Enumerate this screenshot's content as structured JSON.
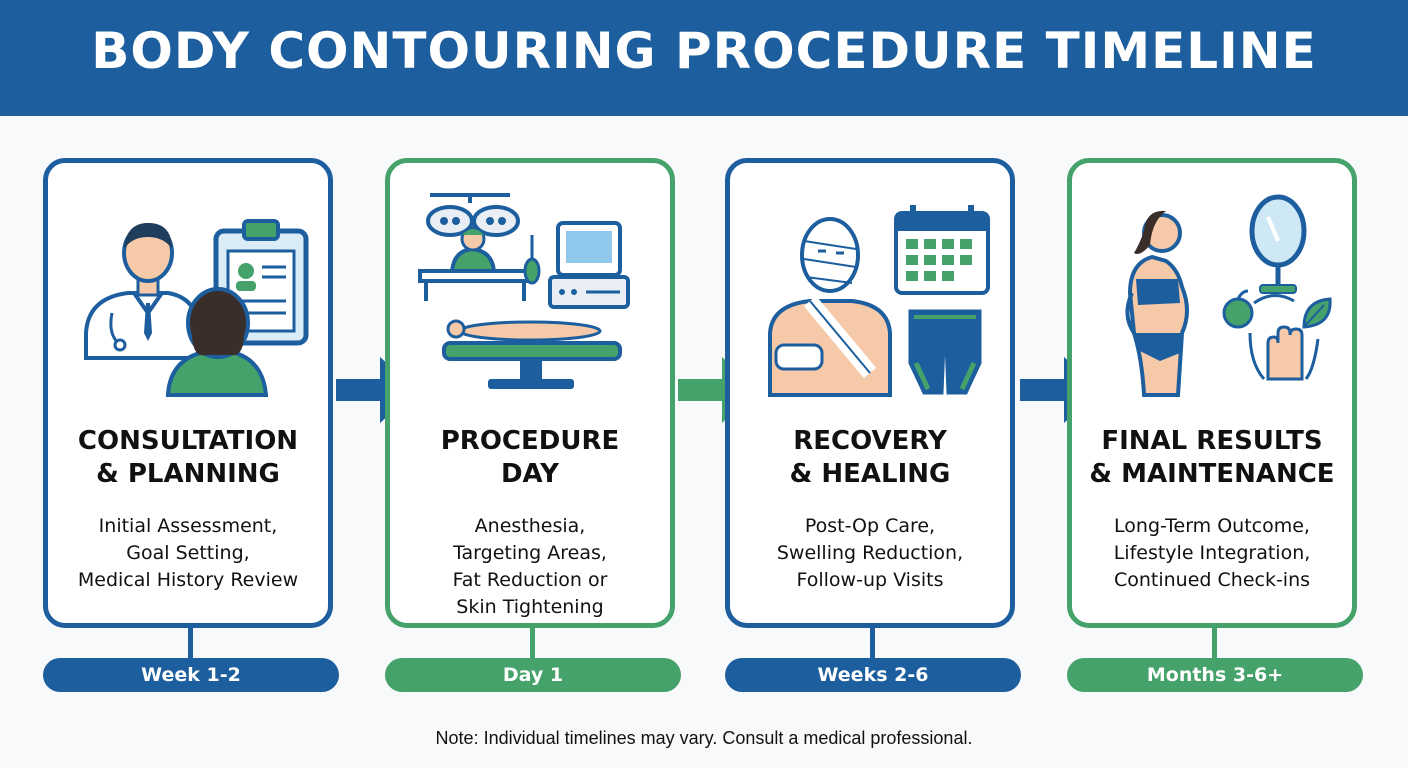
{
  "title": "BODY CONTOURING PROCEDURE TIMELINE",
  "colors": {
    "blue": "#1d5e9e",
    "green": "#45a26a"
  },
  "stages": [
    {
      "title_lines": [
        "CONSULTATION",
        "& PLANNING"
      ],
      "desc_lines": [
        "Initial Assessment,",
        "Goal Setting,",
        "Medical History Review"
      ],
      "timeframe": "Week 1-2",
      "color": "blue",
      "icons": [
        "doctor-icon",
        "patient-icon",
        "clipboard-icon"
      ]
    },
    {
      "title_lines": [
        "PROCEDURE",
        "DAY"
      ],
      "desc_lines": [
        "Anesthesia,",
        "Targeting Areas,",
        "Fat Reduction or",
        "Skin Tightening"
      ],
      "timeframe": "Day 1",
      "color": "green",
      "icons": [
        "surgical-lights-icon",
        "surgeon-icon",
        "monitor-icon",
        "operating-table-icon"
      ]
    },
    {
      "title_lines": [
        "RECOVERY",
        "& HEALING"
      ],
      "desc_lines": [
        "Post-Op Care,",
        "Swelling Reduction,",
        "Follow-up Visits"
      ],
      "timeframe": "Weeks 2-6",
      "color": "blue",
      "icons": [
        "bandaged-patient-icon",
        "calendar-icon",
        "compression-garment-icon"
      ]
    },
    {
      "title_lines": [
        "FINAL RESULTS",
        "& MAINTENANCE"
      ],
      "desc_lines": [
        "Long-Term Outcome,",
        "Lifestyle Integration,",
        "Continued Check-ins"
      ],
      "timeframe": "Months 3-6+",
      "color": "green",
      "icons": [
        "woman-silhouette-icon",
        "mirror-icon",
        "apple-icon",
        "hand-icon",
        "leaf-icon"
      ]
    }
  ],
  "note": "Note: Individual timelines may vary. Consult a medical professional."
}
